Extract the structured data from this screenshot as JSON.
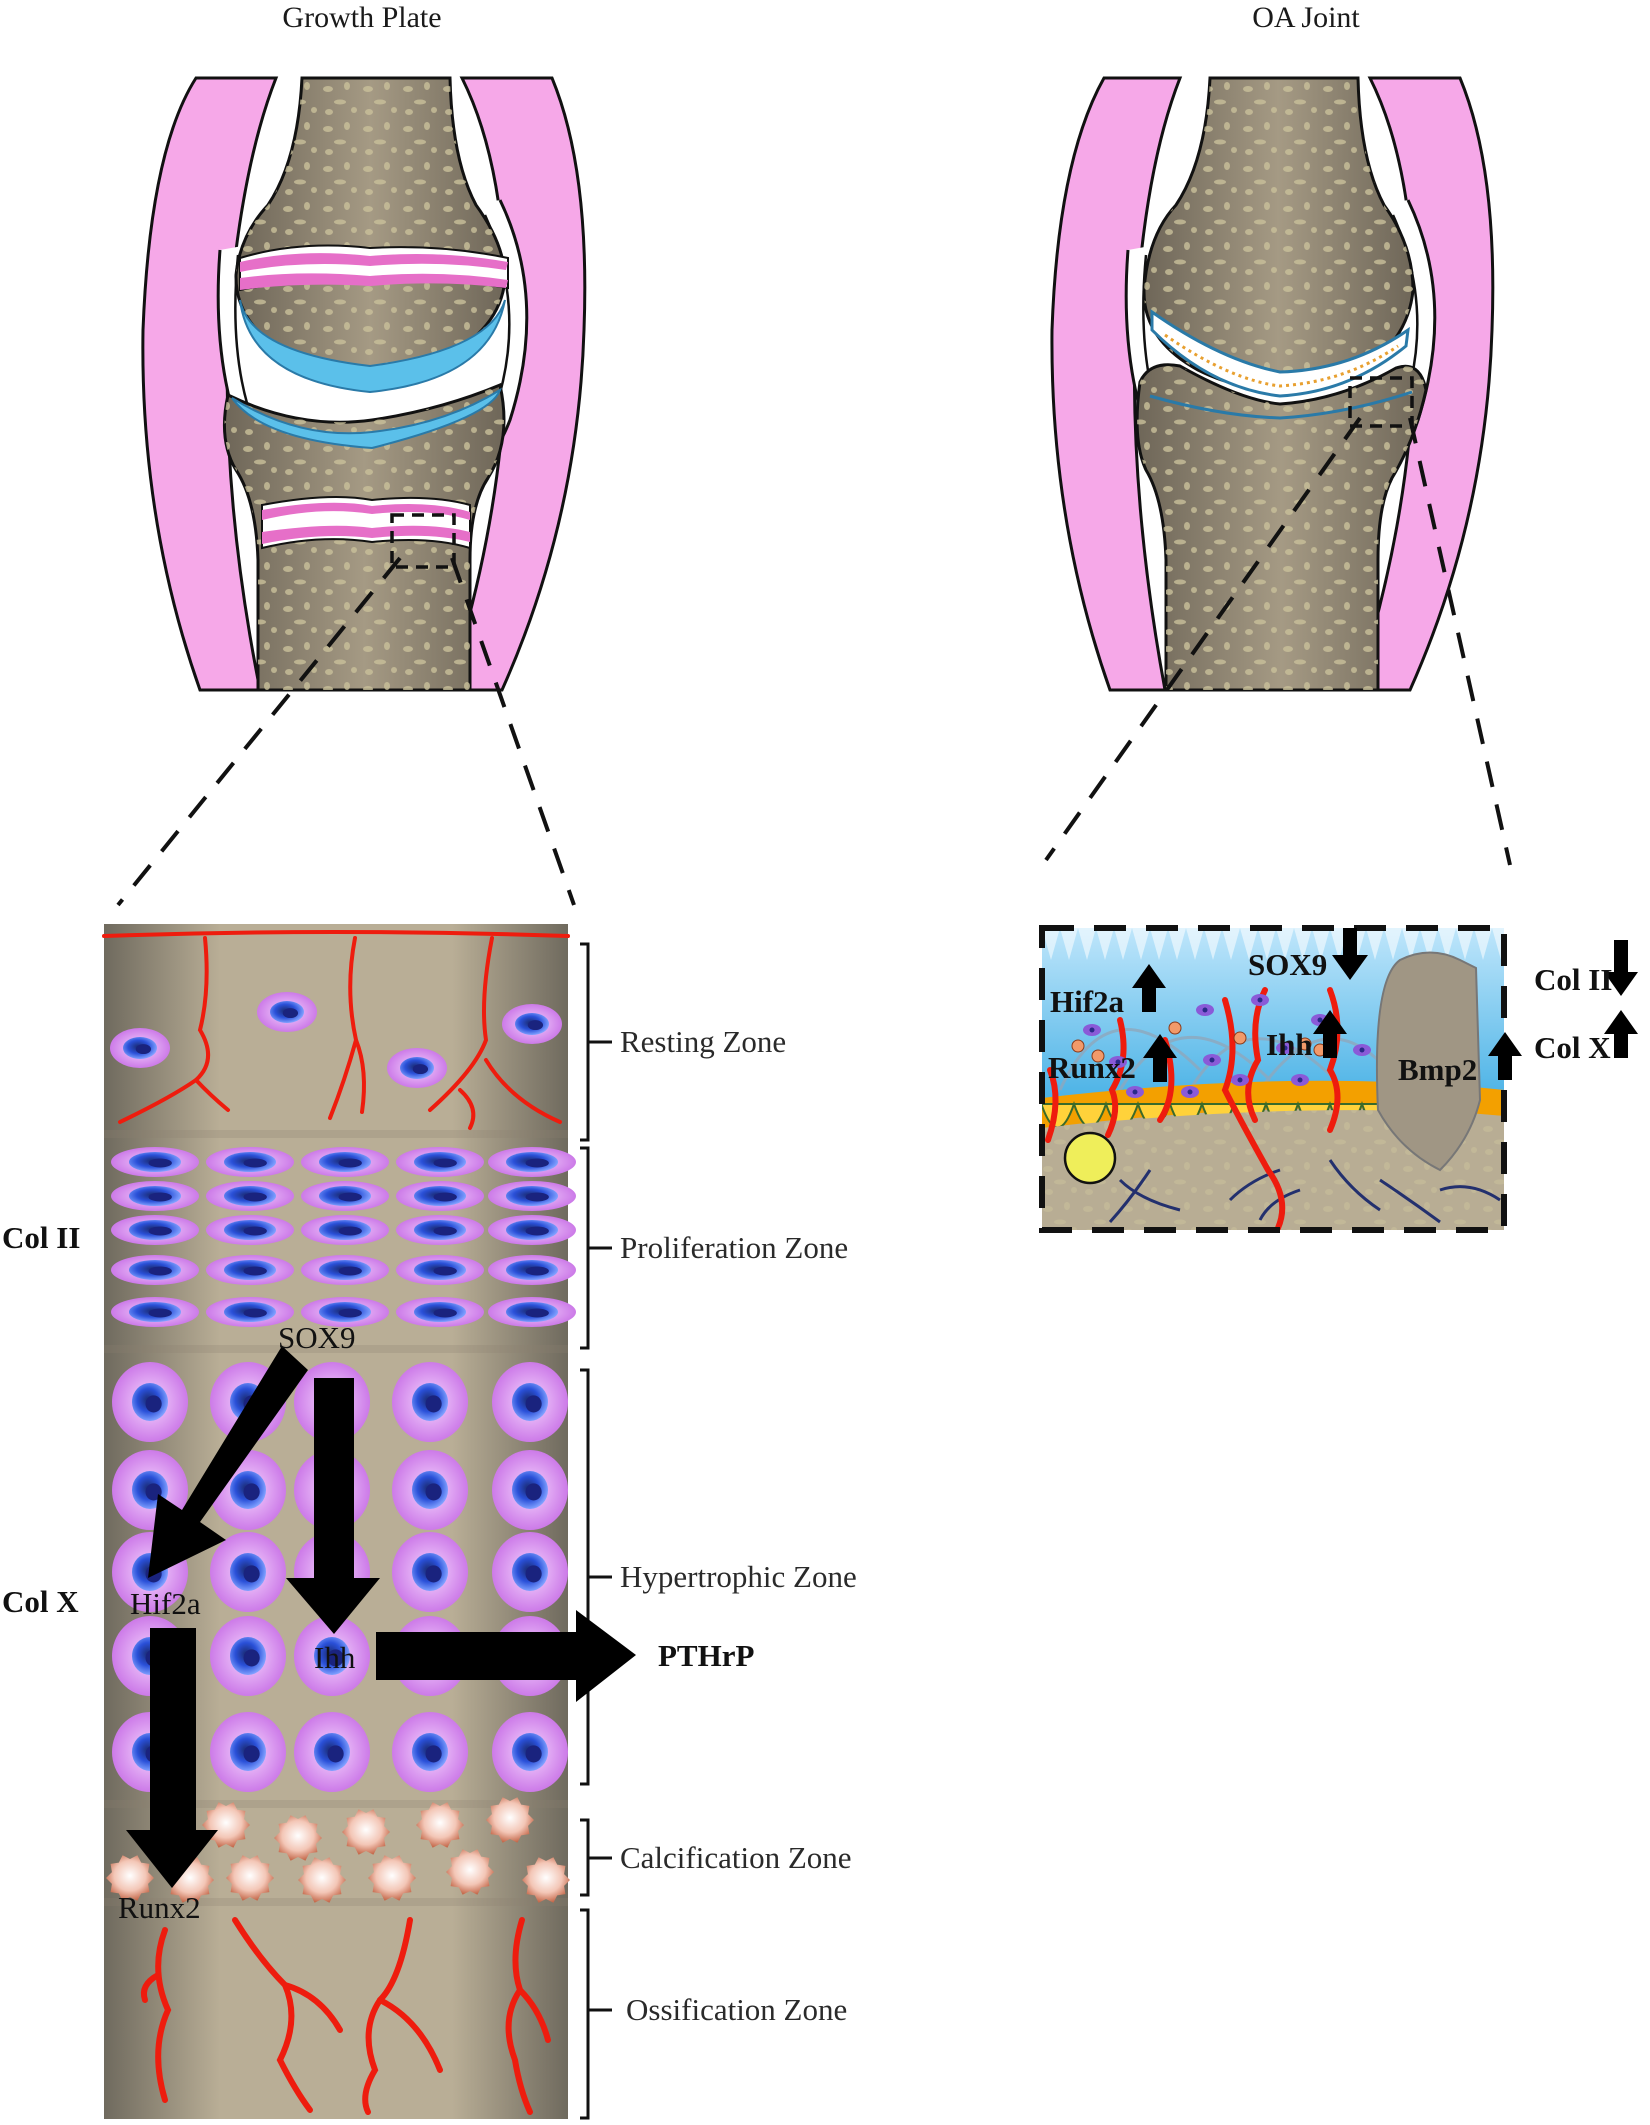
{
  "titles": {
    "growth_plate": "Growth Plate",
    "oa_joint": "OA Joint"
  },
  "zones": {
    "resting": "Resting Zone",
    "proliferation": "Proliferation Zone",
    "hypertrophic": "Hypertrophic Zone",
    "calcification": "Calcification Zone",
    "ossification": "Ossification Zone"
  },
  "growth_plate_labels": {
    "col2": "Col II",
    "colx": "Col X",
    "sox9": "SOX9",
    "hif2a": "Hif2a",
    "ihh": "Ihh",
    "pthrp": "PTHrP",
    "runx2": "Runx2"
  },
  "oa_labels": {
    "sox9": "SOX9",
    "hif2a": "Hif2a",
    "runx2": "Runx2",
    "ihh": "Ihh",
    "bmp2": "Bmp2",
    "col2": "Col II",
    "colx": "Col X"
  },
  "oa_directions": {
    "sox9": "down",
    "hif2a": "up",
    "runx2": "up",
    "ihh": "up",
    "bmp2": "up",
    "col2": "down",
    "colx": "up"
  },
  "colors": {
    "capsule": "#f4a6e6",
    "bone": "#8a8070",
    "cartilage": "#5bc0ea",
    "vessel": "#ee1c0e",
    "cell": "#d98ff0",
    "nucleus": "#2a4fd8"
  }
}
